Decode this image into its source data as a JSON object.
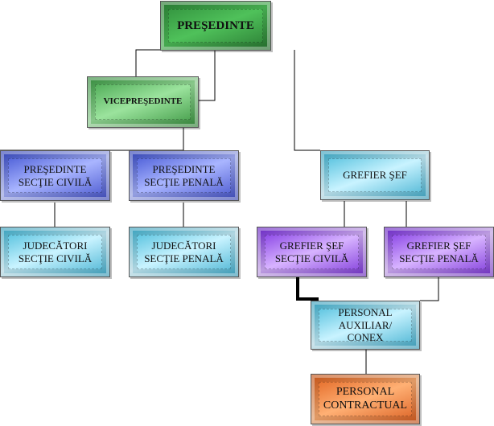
{
  "nodes": {
    "presedinte": "PREŞEDINTE",
    "vicepresedinte": "VICEPREŞEDINTE",
    "presedinte_civila": "PREŞEDINTE\nSECŢIE CIVILĂ",
    "presedinte_penala": "PREŞEDINTE\nSECŢIE PENALĂ",
    "grefier_sef": "GREFIER ŞEF",
    "judecatori_civila": "JUDECĂTORI\nSECŢIE CIVILĂ",
    "judecatori_penala": "JUDECĂTORI\nSECŢIE PENALĂ",
    "grefier_sef_civila": "GREFIER ŞEF\nSECŢIE CIVILĂ",
    "grefier_sef_penala": "GREFIER ŞEF\nSECŢIE PENALĂ",
    "personal_auxiliar": "PERSONAL\nAUXILIAR/\nCONEX",
    "personal_contractual": "PERSONAL\nCONTRACTUAL"
  },
  "colors": {
    "green": "#3fae4a",
    "blue": "#6f80ee",
    "cyan": "#7ed9ee",
    "purple": "#a66af0",
    "orange": "#f08a46"
  }
}
